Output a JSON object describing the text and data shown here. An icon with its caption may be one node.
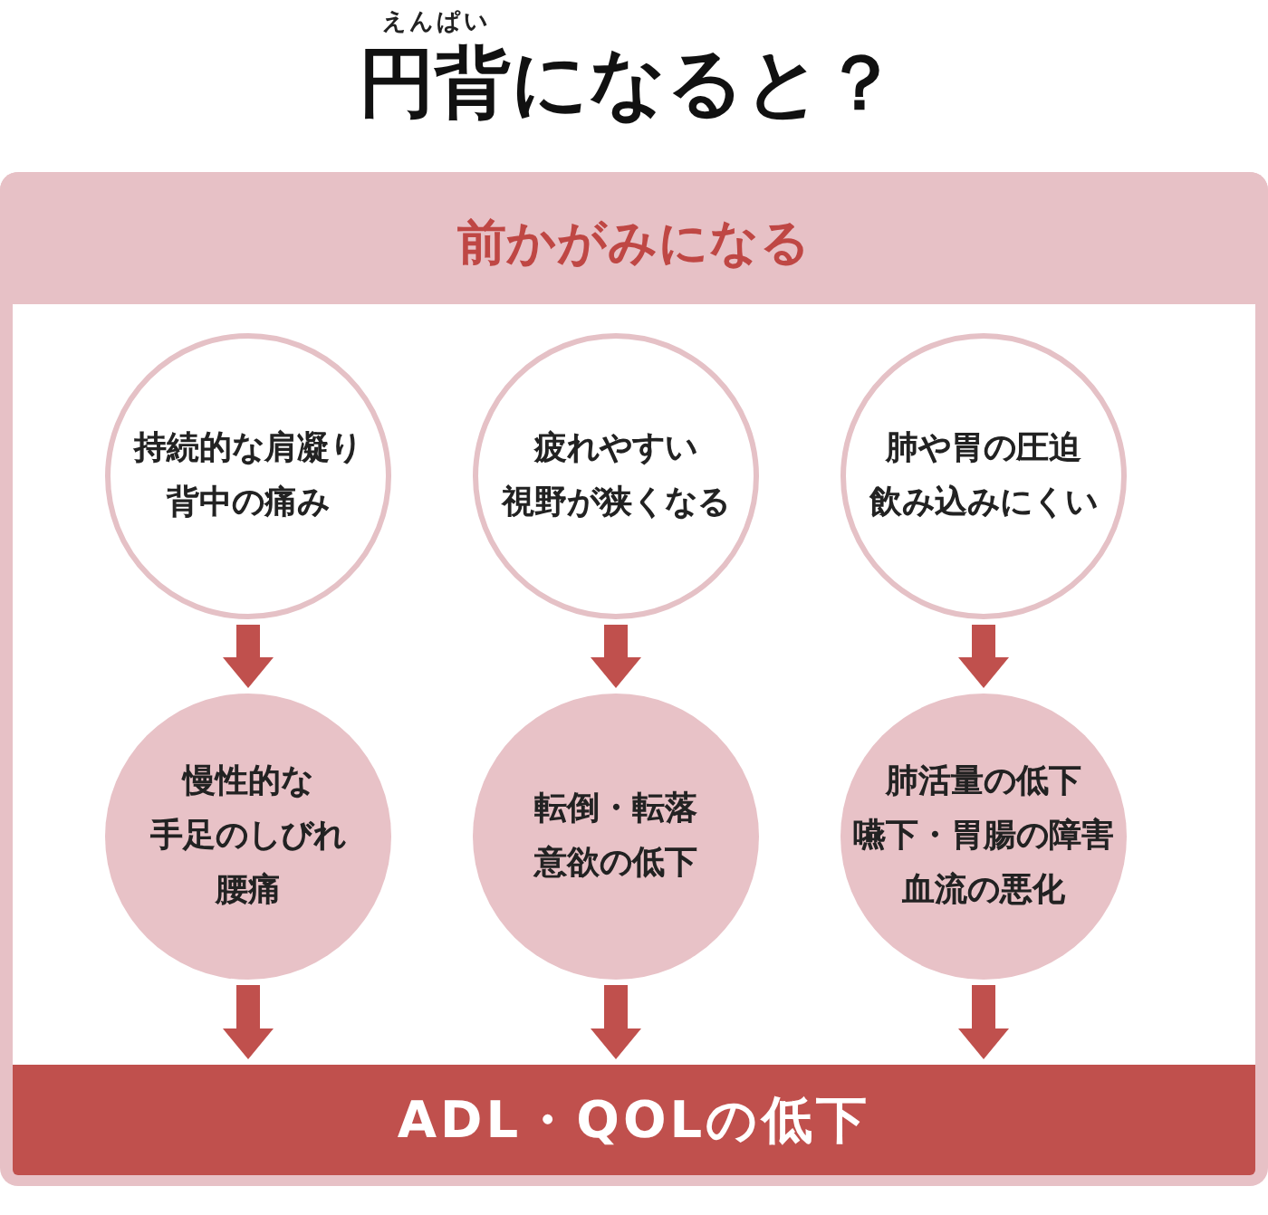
{
  "diagram": {
    "title": "円背になると？",
    "nodes": [
      {
        "text": [
          "前かがみになる"
        ]
      },
      {
        "text": [
          "持続的な肩凝り",
          "背中の痛み"
        ],
        "in": 0
      },
      {
        "text": [
          "疲れやすい",
          "視野が狭くなる"
        ],
        "in": 0
      },
      {
        "text": [
          "肺や胃の圧迫",
          "飲み込みにくい"
        ],
        "in": 0
      },
      {
        "text": [
          "慢性的な手足のしびれ",
          "腰痛"
        ],
        "in": 0
      },
      {
        "text": [
          "転倒・転落",
          "意欲の低下"
        ],
        "in": 0
      },
      {
        "text": [
          "肺活量の低下",
          "嚥下・胃腸の障害",
          "血流の悪化"
        ],
        "in": 0
      },
      {
        "text": [
          "ADL・QOLの低下"
        ],
        "in": 0
      }
    ],
    "edges": [
      {
        "from": 1,
        "to": 4,
        "arrow": "to"
      },
      {
        "from": 2,
        "to": 5,
        "arrow": "to"
      },
      {
        "from": 3,
        "to": 6,
        "arrow": "to"
      },
      {
        "from": 4,
        "to": 7,
        "arrow": "to"
      },
      {
        "from": 5,
        "to": 7,
        "arrow": "to"
      },
      {
        "from": 6,
        "to": 7,
        "arrow": "to"
      }
    ],
    "labels": [
      "えんぱい"
    ]
  }
}
